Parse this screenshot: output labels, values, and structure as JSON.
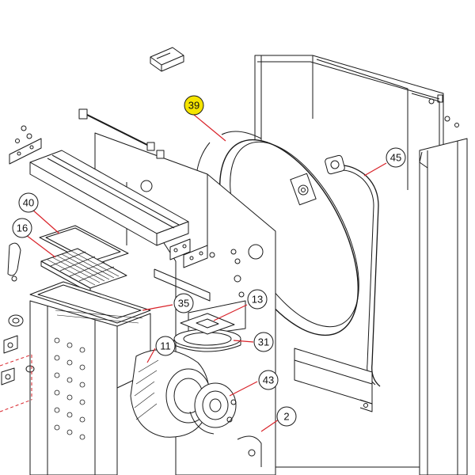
{
  "diagram": {
    "background": "#ffffff",
    "line_color": "#1a1a1a",
    "leader_color": "#d9232a",
    "highlight_fill": "#f5e400",
    "callouts": [
      {
        "id": "c39",
        "label": "39",
        "highlighted": true
      },
      {
        "id": "c45",
        "label": "45",
        "highlighted": false
      },
      {
        "id": "c40",
        "label": "40",
        "highlighted": false
      },
      {
        "id": "c16",
        "label": "16",
        "highlighted": false
      },
      {
        "id": "c35",
        "label": "35",
        "highlighted": false
      },
      {
        "id": "c13",
        "label": "13",
        "highlighted": false
      },
      {
        "id": "c31",
        "label": "31",
        "highlighted": false
      },
      {
        "id": "c11",
        "label": "11",
        "highlighted": false
      },
      {
        "id": "c43",
        "label": "43",
        "highlighted": false
      },
      {
        "id": "c2",
        "label": "2",
        "highlighted": false
      }
    ]
  }
}
